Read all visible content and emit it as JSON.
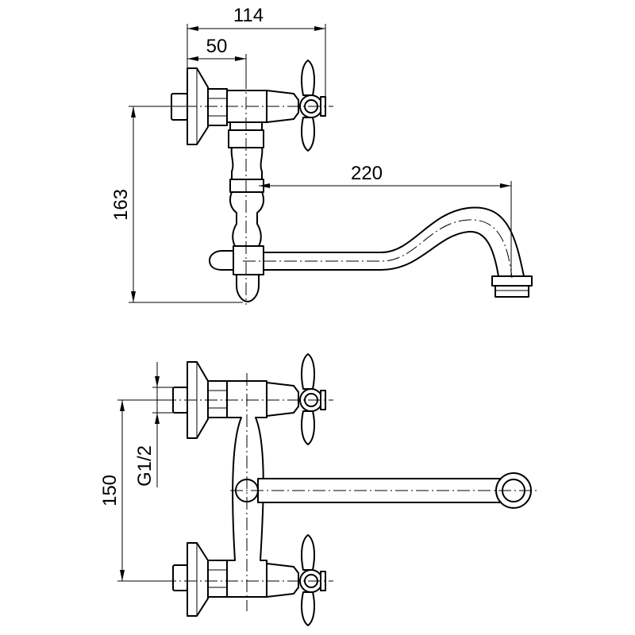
{
  "dimensions": {
    "top_width": "114",
    "handle_offset": "50",
    "spout_reach": "220",
    "height": "163",
    "centers": "150",
    "thread": "G1/2"
  }
}
